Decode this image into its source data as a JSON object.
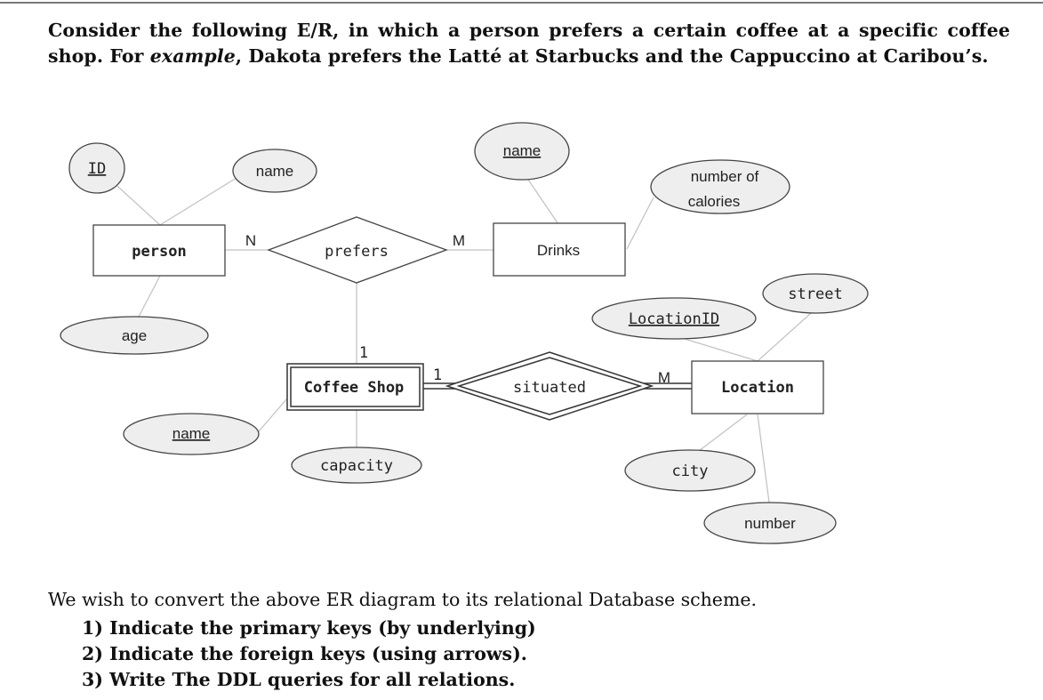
{
  "intro": {
    "part1": "Consider the following E/R, in which a person prefers a certain coffee at a specific coffee shop. For ",
    "emphasis": "example",
    "part2": ", Dakota prefers the Latté at Starbucks and the Cappuccino at Caribou’s."
  },
  "diagram": {
    "entities": {
      "person": "person",
      "drinks": "Drinks",
      "coffee_shop": "Coffee Shop",
      "location": "Location"
    },
    "relationships": {
      "prefers": "prefers",
      "situated": "situated"
    },
    "attributes": {
      "person_id": "ID",
      "person_name": "name",
      "person_age": "age",
      "drinks_name": "name",
      "drinks_calories_line1": "number of",
      "drinks_calories_line2": "calories",
      "shop_name": "name",
      "shop_capacity": "capacity",
      "location_id": "LocationID",
      "location_street": "street",
      "location_city": "city",
      "location_number": "number"
    },
    "cardinalities": {
      "person_prefers": "N",
      "prefers_drinks": "M",
      "prefers_shop": "1",
      "shop_situated": "1",
      "situated_location": "M"
    },
    "colors": {
      "attribute_fill": "#eeeeee",
      "line": "#c4c4c4",
      "border": "#444444"
    }
  },
  "outro": "We wish to convert the above ER diagram to its relational Database scheme.",
  "tasks": [
    "1) Indicate the primary keys (by underlying)",
    "2) Indicate the foreign keys (using arrows).",
    "3) Write The DDL queries for all relations."
  ]
}
